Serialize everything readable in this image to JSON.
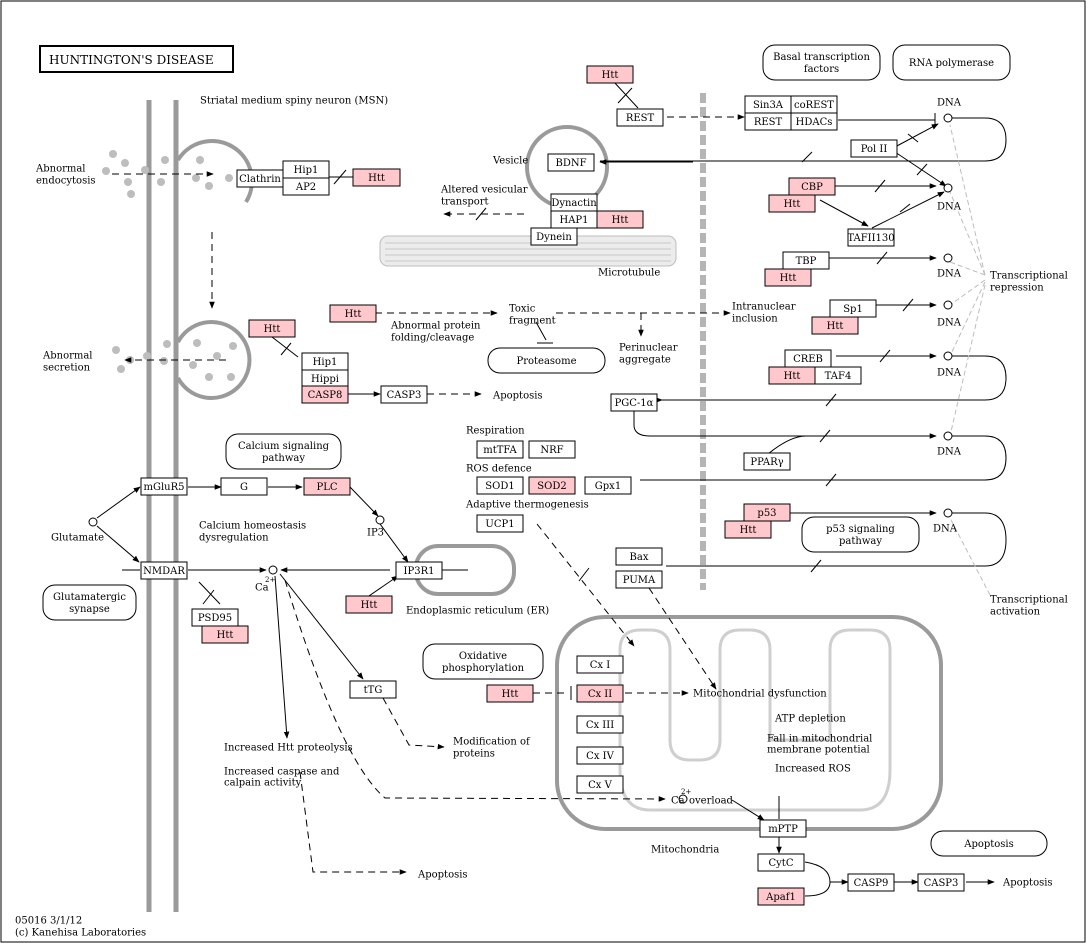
{
  "title": "HUNTINGTON'S DISEASE",
  "footer": {
    "line1": "05016 3/1/12",
    "line2": "(c) Kanehisa Laboratories"
  },
  "colors": {
    "highlight": "#ffc8cc",
    "highlight_text": "#cc0000",
    "border": "#000000",
    "membrane": "#9a9a9a",
    "vesicle_dots": "#bdbdbd",
    "microtubule": "#e6e6e6"
  },
  "genes": {
    "clathrin": "Clathrin",
    "hip1_a": "Hip1",
    "ap2": "AP2",
    "htt_endocytosis": "Htt",
    "htt_top": "Htt",
    "rest": "REST",
    "sin3a": "Sin3A",
    "corest": "coREST",
    "rest_complex": "REST",
    "hdacs": "HDACs",
    "bdnf": "BDNF",
    "dynactin": "Dynactin",
    "hap1": "HAP1",
    "htt_hap1": "Htt",
    "dynein": "Dynein",
    "pol2": "Pol II",
    "cbp": "CBP",
    "htt_cbp": "Htt",
    "taf130": "TAFII130",
    "tbp": "TBP",
    "htt_tbp": "Htt",
    "sp1": "Sp1",
    "htt_sp1": "Htt",
    "creb": "CREB",
    "htt_creb": "Htt",
    "taf4": "TAF4",
    "pgc1a": "PGC-1α",
    "ppary": "PPARγ",
    "htt_toxic": "Htt",
    "htt_hippi": "Htt",
    "hip1_b": "Hip1",
    "hippi": "Hippi",
    "casp8": "CASP8",
    "casp3_a": "CASP3",
    "mtfa": "mtTFA",
    "nrf": "NRF",
    "sod1": "SOD1",
    "sod2": "SOD2",
    "gpx1": "Gpx1",
    "ucp1": "UCP1",
    "p53": "p53",
    "htt_p53": "Htt",
    "bax": "Bax",
    "puma": "PUMA",
    "mglur5": "mGluR5",
    "g": "G",
    "plc": "PLC",
    "nmdar": "NMDAR",
    "ip3r1": "IP3R1",
    "htt_ip3r1": "Htt",
    "psd95": "PSD95",
    "htt_psd95": "Htt",
    "ttg": "tTG",
    "cx1": "Cx I",
    "cx2": "Cx II",
    "htt_cx2": "Htt",
    "cx3": "Cx III",
    "cx4": "Cx IV",
    "cx5": "Cx V",
    "mptp": "mPTP",
    "cytc": "CytC",
    "apaf1": "Apaf1",
    "casp9": "CASP9",
    "casp3_b": "CASP3"
  },
  "pathways": {
    "basal_transcription_1": "Basal transcription",
    "basal_transcription_2": "factors",
    "rna_polymerase": "RNA polymerase",
    "proteasome": "Proteasome",
    "calcium_signaling_1": "Calcium signaling",
    "calcium_signaling_2": "pathway",
    "p53_signaling_1": "p53 signaling",
    "p53_signaling_2": "pathway",
    "glutamatergic_1": "Glutamatergic",
    "glutamatergic_2": "synapse",
    "oxphos_1": "Oxidative",
    "oxphos_2": "phosphorylation",
    "apoptosis_map": "Apoptosis"
  },
  "labels": {
    "msn": "Striatal medium spiny neuron (MSN)",
    "abnormal_endocytosis_1": "Abnormal",
    "abnormal_endocytosis_2": "endocytosis",
    "abnormal_secretion_1": "Abnormal",
    "abnormal_secretion_2": "secretion",
    "vesicle": "Vesicle",
    "altered_transport_1": "Altered vesicular",
    "altered_transport_2": "transport",
    "microtubule": "Microtubule",
    "toxic_1": "Toxic",
    "toxic_2": "fragment",
    "abnormal_folding_1": "Abnormal protein",
    "abnormal_folding_2": "folding/cleavage",
    "perinuclear_1": "Perinuclear",
    "perinuclear_2": "aggregate",
    "intranuclear_1": "Intranuclear",
    "intranuclear_2": "inclusion",
    "apoptosis_1": "Apoptosis",
    "apoptosis_2": "Apoptosis",
    "apoptosis_3": "Apoptosis",
    "dna_1": "DNA",
    "dna_2": "DNA",
    "dna_3": "DNA",
    "dna_4": "DNA",
    "dna_5": "DNA",
    "dna_6": "DNA",
    "dna_7": "DNA",
    "transcriptional_repression_1": "Transcriptional",
    "transcriptional_repression_2": "repression",
    "transcriptional_activation_1": "Transcriptional",
    "transcriptional_activation_2": "activation",
    "respiration": "Respiration",
    "ros_defence": "ROS defence",
    "adaptive_thermogenesis": "Adaptive thermogenesis",
    "glutamate": "Glutamate",
    "calcium_homeostasis_1": "Calcium homeostasis",
    "calcium_homeostasis_2": "dysregulation",
    "ip3": "IP3",
    "ca": "Ca",
    "ca_sup": "2+",
    "ca_overload": "Ca",
    "ca_overload_sup": "2+",
    "overload": "overload",
    "er": "Endoplasmic reticulum (ER)",
    "increased_proteolysis": "Increased Htt proteolysis",
    "increased_caspase_1": "Increased caspase and",
    "increased_caspase_2": "calpain activity",
    "modification_1": "Modification of",
    "modification_2": "proteins",
    "mito_dysfunction": "Mitochondrial dysfunction",
    "atp_depletion": "ATP depletion",
    "fall_potential_1": "Fall in mitochondrial",
    "fall_potential_2": "membrane potential",
    "increased_ros": "Increased ROS",
    "mitochondria": "Mitochondria"
  }
}
